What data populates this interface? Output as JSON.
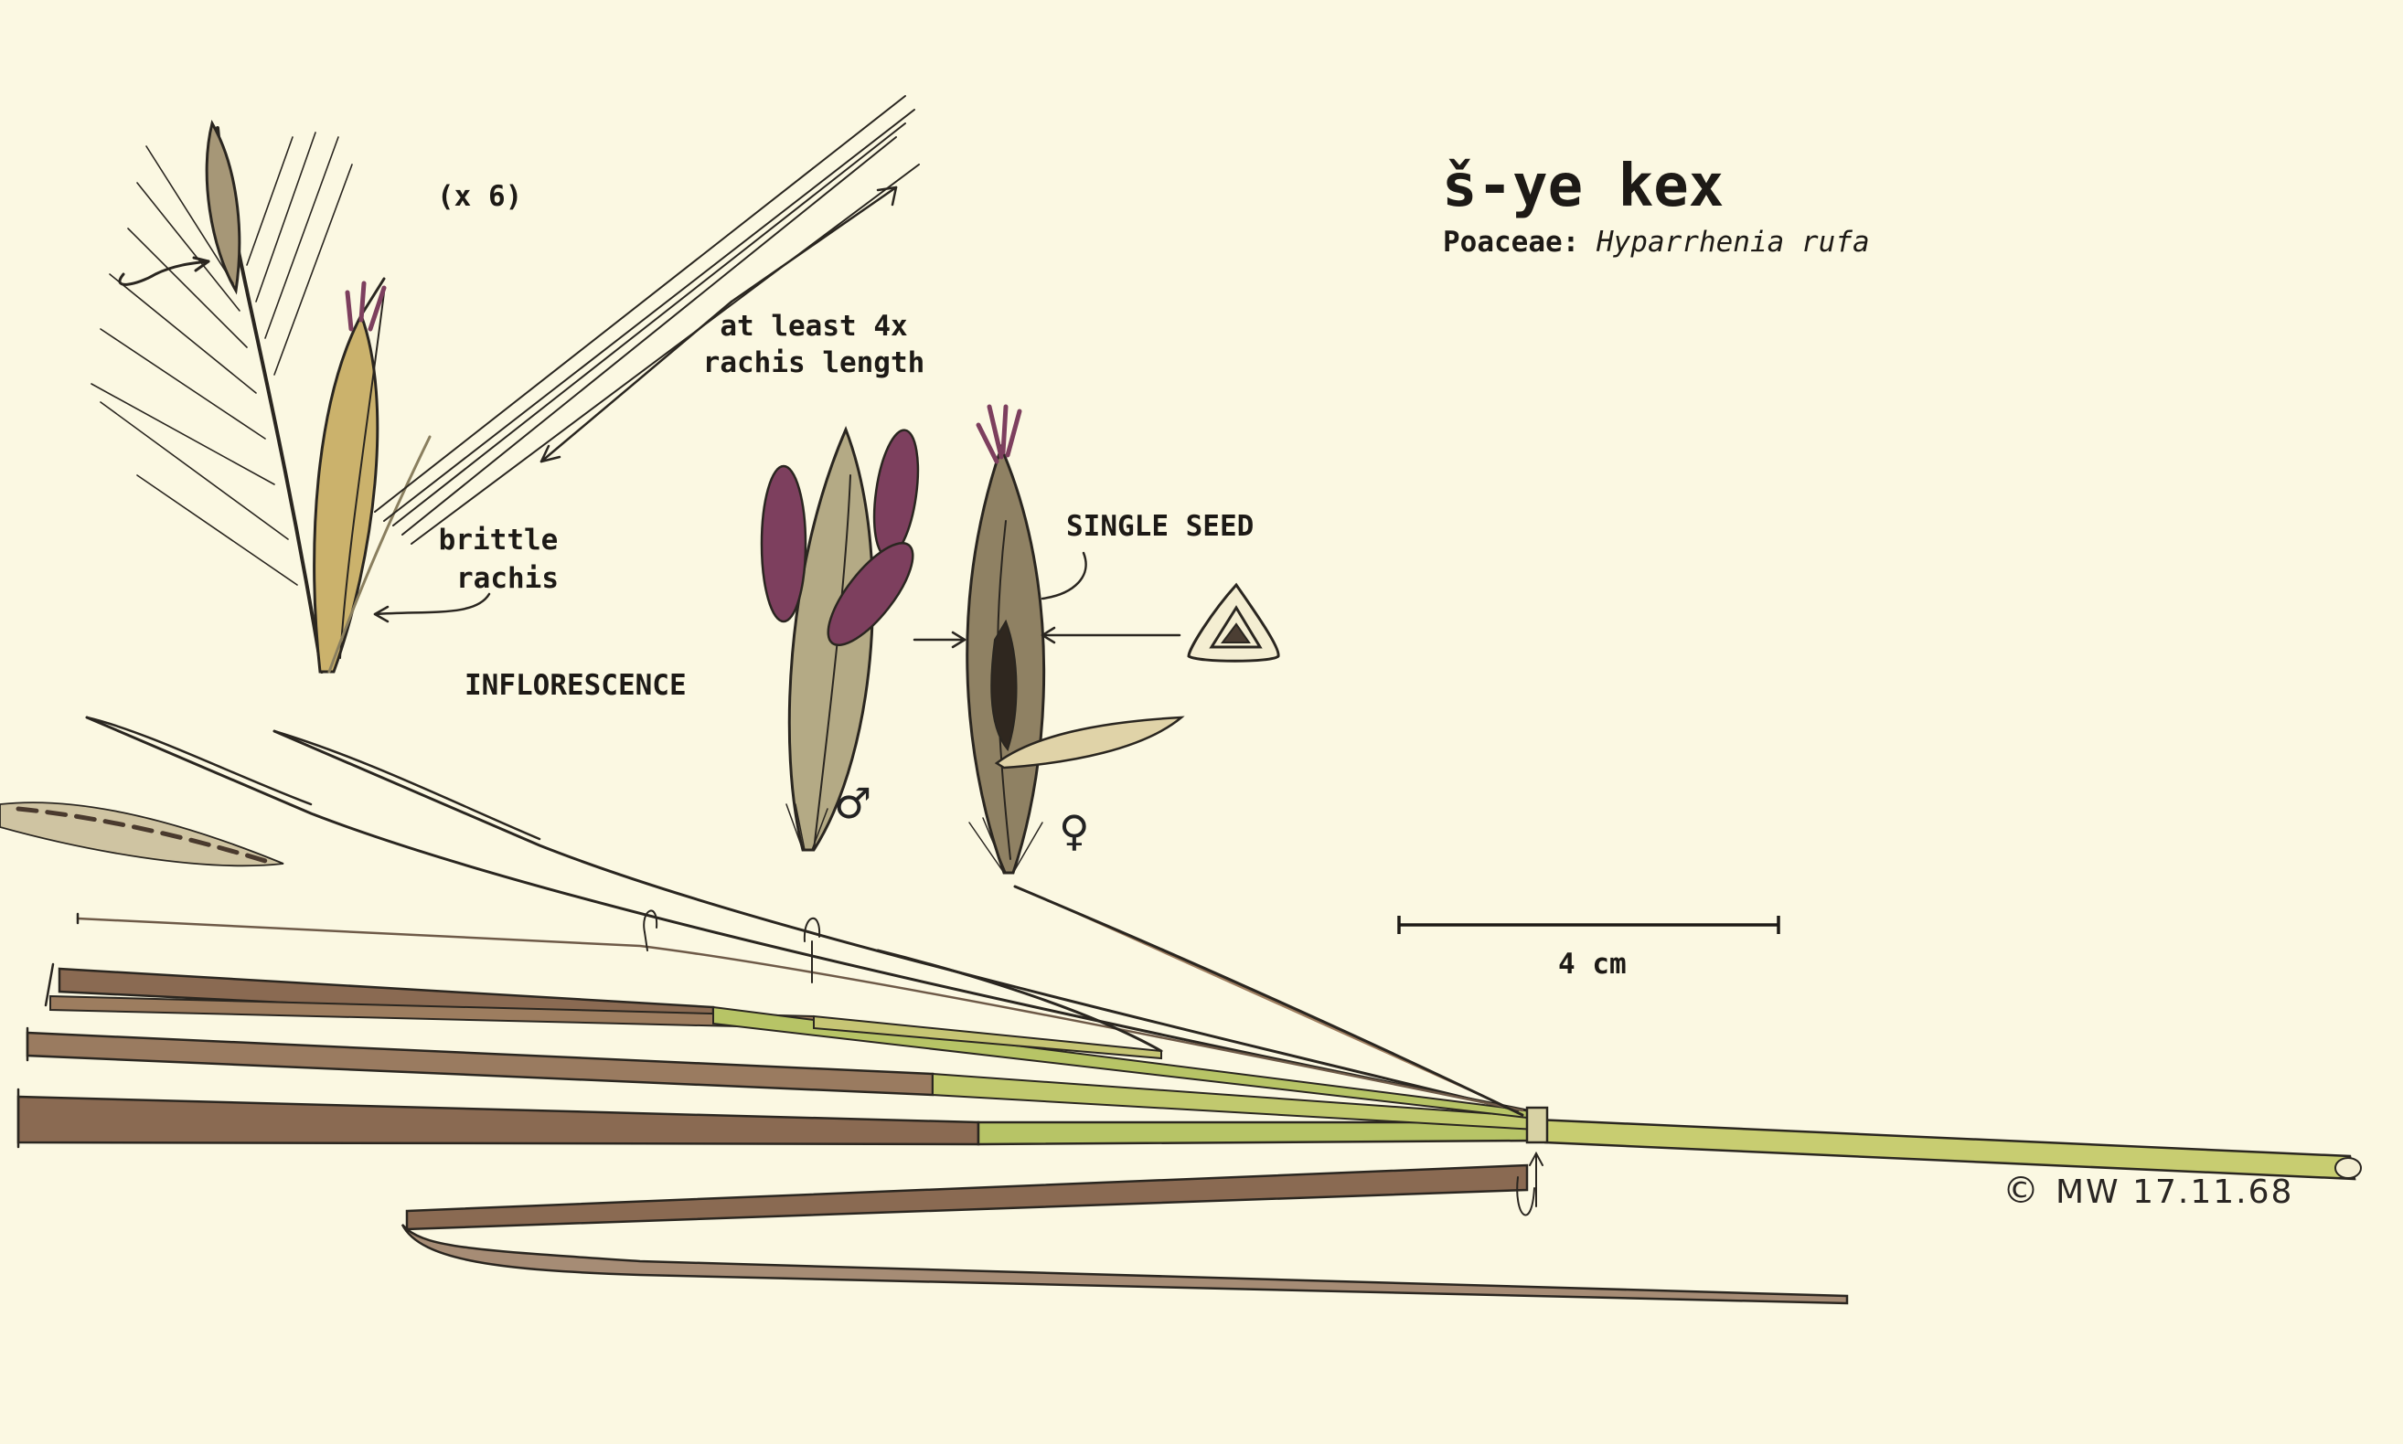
{
  "title": "š-ye kex",
  "taxonomy": {
    "family": "Poaceae:",
    "species": "Hyparrhenia rufa"
  },
  "labels": {
    "magnification": "(x 6)",
    "awn_note_line1": "at least 4x",
    "awn_note_line2": "rachis length",
    "brittle_line1": "brittle",
    "brittle_line2": "rachis",
    "inflorescence": "INFLORESCENCE",
    "single_seed": "SINGLE SEED",
    "scale": "4 cm"
  },
  "symbols": {
    "male": "♂",
    "female": "♀"
  },
  "signature": {
    "copyright": "©",
    "text": "MW 17.11.68"
  },
  "colors": {
    "paper": "#fbf8e2",
    "ink": "#1d1a16",
    "stem_green": "#b7c466",
    "sheath_brown": "#8a6a52",
    "anther_purple": "#7d3f5e",
    "spikelet_tan": "#c9b27a"
  }
}
